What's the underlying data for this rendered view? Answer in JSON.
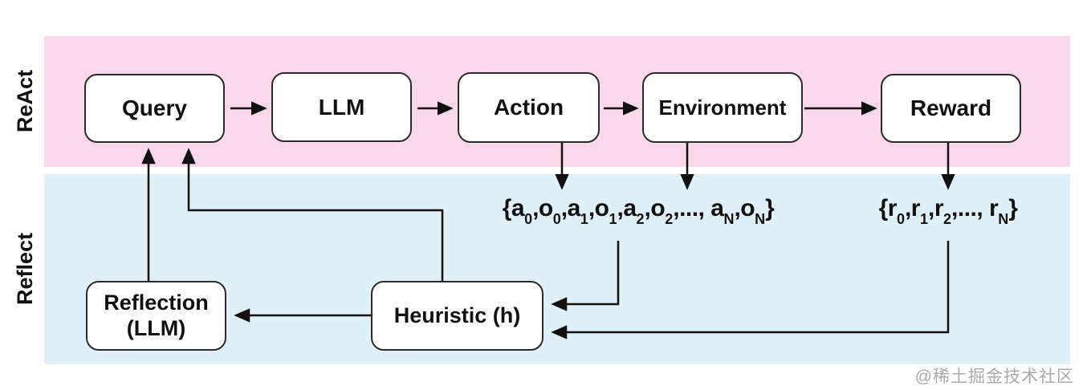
{
  "bands": {
    "react": {
      "label": "ReAct",
      "color": "#f8d8e9"
    },
    "reflect": {
      "label": "Reflect",
      "color": "#dff0f8"
    }
  },
  "boxes": {
    "query": {
      "label": "Query"
    },
    "llm": {
      "label": "LLM"
    },
    "action": {
      "label": "Action"
    },
    "environment": {
      "label": "Environment"
    },
    "reward": {
      "label": "Reward"
    },
    "reflection": {
      "label_line1": "Reflection",
      "label_line2": "(LLM)"
    },
    "heuristic": {
      "label": "Heuristic (h)"
    }
  },
  "annotations": {
    "trajectory": {
      "tokens": [
        {
          "t": "{a"
        },
        {
          "sub": "0"
        },
        {
          "t": ",o"
        },
        {
          "sub": "0"
        },
        {
          "t": ",a"
        },
        {
          "sub": "1"
        },
        {
          "t": ",o"
        },
        {
          "sub": "1"
        },
        {
          "t": ",a"
        },
        {
          "sub": "2"
        },
        {
          "t": ",o"
        },
        {
          "sub": "2"
        },
        {
          "t": ",..., a"
        },
        {
          "sub": "N"
        },
        {
          "t": ",o"
        },
        {
          "sub": "N"
        },
        {
          "t": "}"
        }
      ]
    },
    "rewards": {
      "tokens": [
        {
          "t": "{r"
        },
        {
          "sub": "0"
        },
        {
          "t": ",r"
        },
        {
          "sub": "1"
        },
        {
          "t": ",r"
        },
        {
          "sub": "2"
        },
        {
          "t": ",..., r"
        },
        {
          "sub": "N"
        },
        {
          "t": "}"
        }
      ]
    }
  },
  "watermark": {
    "text": "@稀土掘金技术社区",
    "color": "#a9a9ad"
  },
  "colors": {
    "line": "#111111",
    "box_border": "#2b2b2b",
    "box_fill": "#ffffff",
    "text": "#111111",
    "background": "#ffffff"
  }
}
